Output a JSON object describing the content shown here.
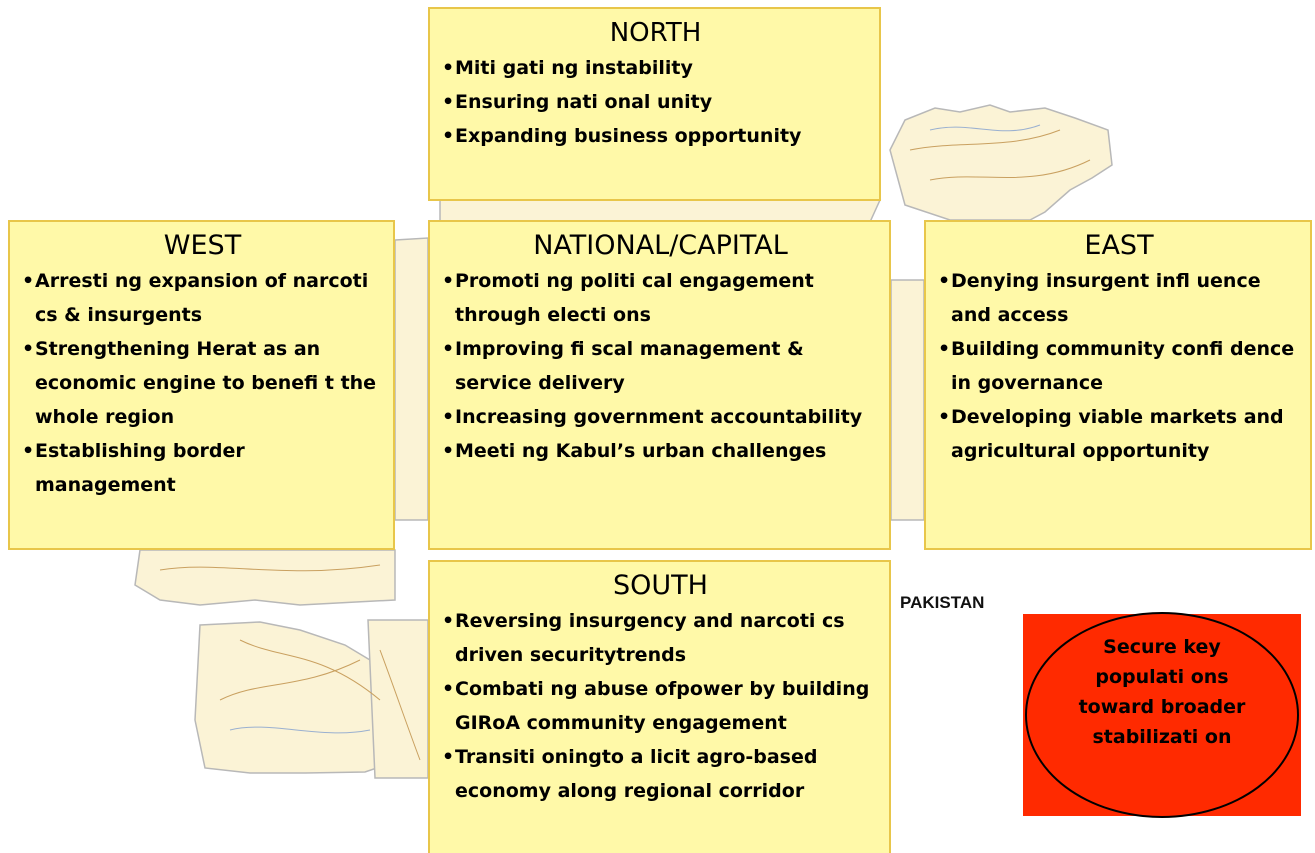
{
  "regions": {
    "north": {
      "title": "NORTH",
      "items": [
        "Miti gati ng instability",
        "Ensuring nati onal unity",
        "Expanding business opportunity"
      ]
    },
    "west": {
      "title": "WEST",
      "items": [
        "Arresti ng expansion of narcoti cs & insurgents",
        "Strengthening Herat as an economic engine to benefi t the whole region",
        "Establishing border management"
      ]
    },
    "capital": {
      "title": "NATIONAL/CAPITAL",
      "items": [
        "Promoti ng politi cal engagement through electi ons",
        "Improving fi scal management & service delivery",
        "Increasing government accountability",
        "Meeti ng Kabul’s urban challenges"
      ]
    },
    "east": {
      "title": "EAST",
      "items": [
        "Denying insurgent infl uence and access",
        "Building community confi dence in governance",
        "Developing viable markets and agricultural opportunity"
      ]
    },
    "south": {
      "title": "SOUTH",
      "items": [
        "Reversing insurgency and narcoti cs driven securitytrends",
        "Combati ng abuse ofpower by building GIRoA community engagement",
        "Transiti oningto a licit agro-based economy along regional corridor"
      ]
    }
  },
  "map_label": "PAKISTAN",
  "goal": {
    "text": "Secure key populati ons toward broader stabilizati on"
  },
  "colors": {
    "box_fill": "#fff9a8",
    "box_border": "#e8c64a",
    "goal_fill": "#ff2a00"
  }
}
